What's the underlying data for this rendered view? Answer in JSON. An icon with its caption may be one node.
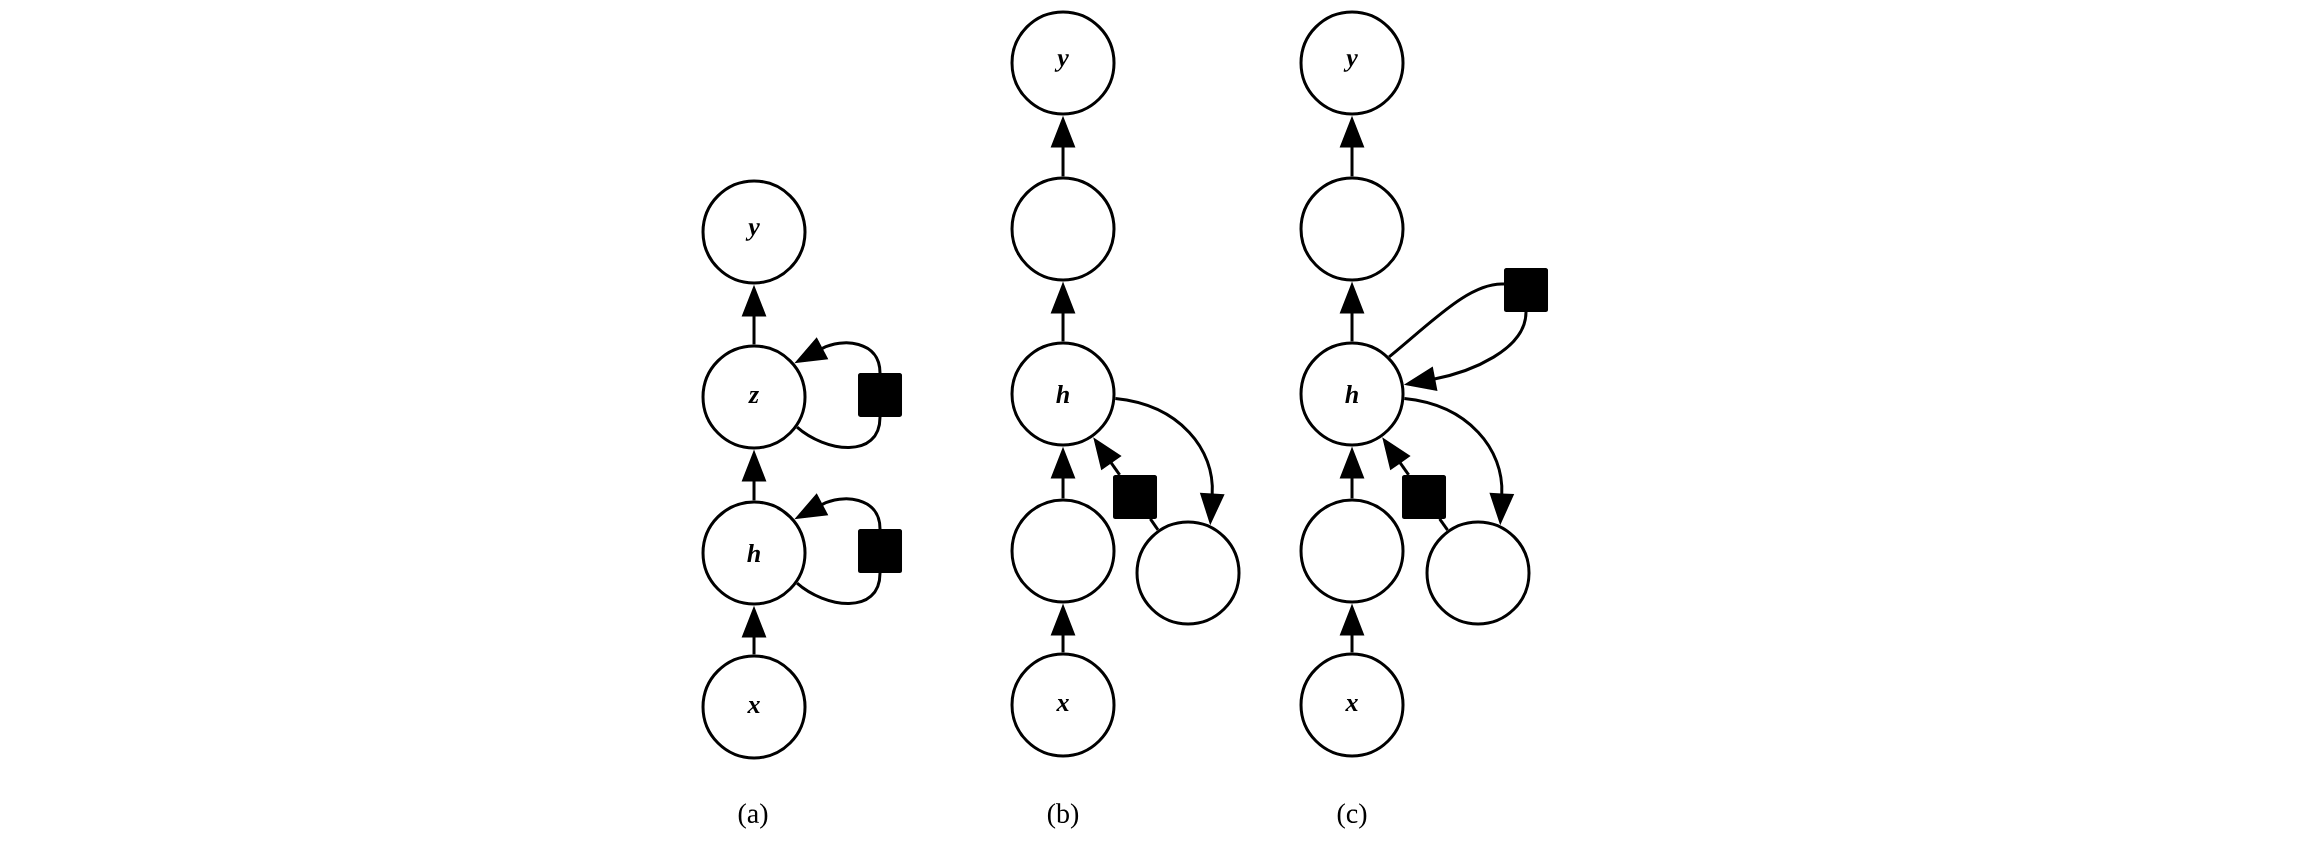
{
  "diagram": {
    "nodes": [
      {
        "text": [
          "y"
        ]
      },
      {
        "text": [
          "z"
        ]
      },
      {
        "text": [],
        "shape": "box"
      },
      {
        "text": [
          "h"
        ]
      },
      {
        "text": [],
        "shape": "box"
      },
      {
        "text": [
          "x"
        ]
      },
      {
        "text": [
          "y"
        ]
      },
      {
        "text": [],
        "shape": "circle"
      },
      {
        "text": [
          "h"
        ]
      },
      {
        "text": [],
        "shape": "box"
      },
      {
        "text": [],
        "shape": "circle"
      },
      {
        "text": [],
        "shape": "circle"
      },
      {
        "text": [
          "x"
        ]
      },
      {
        "text": [
          "y"
        ]
      },
      {
        "text": [],
        "shape": "circle"
      },
      {
        "text": [],
        "shape": "box"
      },
      {
        "text": [
          "h"
        ]
      },
      {
        "text": [],
        "shape": "box"
      },
      {
        "text": [],
        "shape": "circle"
      },
      {
        "text": [],
        "shape": "circle"
      },
      {
        "text": [
          "x"
        ]
      }
    ],
    "edges": [
      {
        "from": 5,
        "to": 3,
        "arrow": "to"
      },
      {
        "from": 3,
        "to": 1,
        "arrow": "to"
      },
      {
        "from": 1,
        "to": 0,
        "arrow": "to"
      },
      {
        "from": 1,
        "to": 2,
        "arrow": "none"
      },
      {
        "from": 2,
        "to": 1,
        "arrow": "to"
      },
      {
        "from": 3,
        "to": 4,
        "arrow": "none"
      },
      {
        "from": 4,
        "to": 3,
        "arrow": "to"
      },
      {
        "from": 12,
        "to": 10,
        "arrow": "to"
      },
      {
        "from": 10,
        "to": 8,
        "arrow": "to"
      },
      {
        "from": 8,
        "to": 7,
        "arrow": "to"
      },
      {
        "from": 7,
        "to": 6,
        "arrow": "to"
      },
      {
        "from": 8,
        "to": 11,
        "arrow": "to"
      },
      {
        "from": 11,
        "to": 9,
        "arrow": "none"
      },
      {
        "from": 9,
        "to": 8,
        "arrow": "to"
      },
      {
        "from": 20,
        "to": 18,
        "arrow": "to"
      },
      {
        "from": 18,
        "to": 16,
        "arrow": "to"
      },
      {
        "from": 16,
        "to": 14,
        "arrow": "to"
      },
      {
        "from": 14,
        "to": 13,
        "arrow": "to"
      },
      {
        "from": 16,
        "to": 15,
        "arrow": "none"
      },
      {
        "from": 15,
        "to": 16,
        "arrow": "to"
      },
      {
        "from": 16,
        "to": 19,
        "arrow": "to"
      },
      {
        "from": 19,
        "to": 17,
        "arrow": "none"
      },
      {
        "from": 17,
        "to": 16,
        "arrow": "to"
      }
    ],
    "labels": [
      "(a)",
      "(b)",
      "(c)"
    ]
  }
}
